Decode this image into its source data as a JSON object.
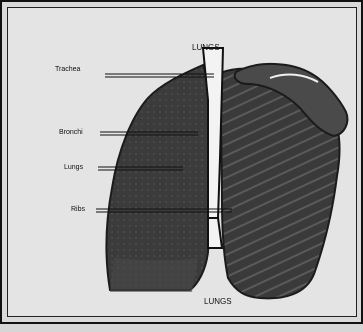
{
  "diagram": {
    "title_top": "LUNGS",
    "title_bottom": "LUNGS",
    "labels": {
      "trachea": "Trachea",
      "bronchi": "Bronchi",
      "lungs": "Lungs",
      "ribs": "Ribs"
    }
  },
  "colors": {
    "background": "#d9d9d9",
    "lung_dark": "#3a3a3a",
    "rib_dark": "#2b2b2b",
    "trachea_light": "#f2f2f2"
  }
}
